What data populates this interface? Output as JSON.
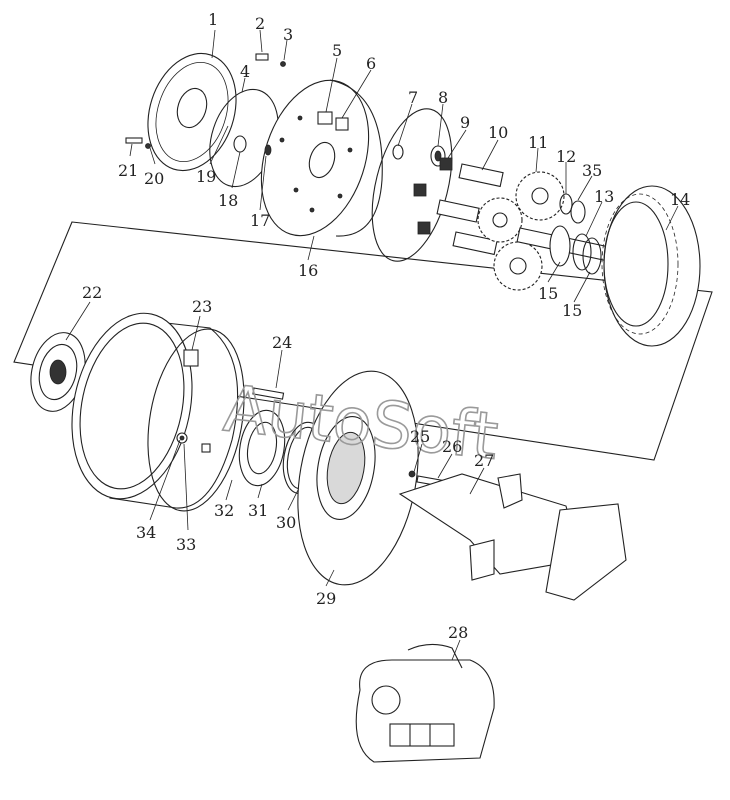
{
  "watermark": "AutoSoft",
  "callouts": [
    {
      "id": "1",
      "text": "1"
    },
    {
      "id": "2",
      "text": "2"
    },
    {
      "id": "3",
      "text": "3"
    },
    {
      "id": "4",
      "text": "4"
    },
    {
      "id": "5",
      "text": "5"
    },
    {
      "id": "6",
      "text": "6"
    },
    {
      "id": "7",
      "text": "7"
    },
    {
      "id": "8",
      "text": "8"
    },
    {
      "id": "9",
      "text": "9"
    },
    {
      "id": "10",
      "text": "10"
    },
    {
      "id": "11",
      "text": "11"
    },
    {
      "id": "12",
      "text": "12"
    },
    {
      "id": "13",
      "text": "13"
    },
    {
      "id": "14",
      "text": "14"
    },
    {
      "id": "15a",
      "text": "15"
    },
    {
      "id": "15b",
      "text": "15"
    },
    {
      "id": "16",
      "text": "16"
    },
    {
      "id": "17",
      "text": "17"
    },
    {
      "id": "18",
      "text": "18"
    },
    {
      "id": "19",
      "text": "19"
    },
    {
      "id": "20",
      "text": "20"
    },
    {
      "id": "21",
      "text": "21"
    },
    {
      "id": "22",
      "text": "22"
    },
    {
      "id": "23",
      "text": "23"
    },
    {
      "id": "24",
      "text": "24"
    },
    {
      "id": "25",
      "text": "25"
    },
    {
      "id": "26",
      "text": "26"
    },
    {
      "id": "27",
      "text": "27"
    },
    {
      "id": "28",
      "text": "28"
    },
    {
      "id": "29",
      "text": "29"
    },
    {
      "id": "30",
      "text": "30"
    },
    {
      "id": "31",
      "text": "31"
    },
    {
      "id": "32",
      "text": "32"
    },
    {
      "id": "33",
      "text": "33"
    },
    {
      "id": "34",
      "text": "34"
    },
    {
      "id": "35",
      "text": "35"
    }
  ]
}
